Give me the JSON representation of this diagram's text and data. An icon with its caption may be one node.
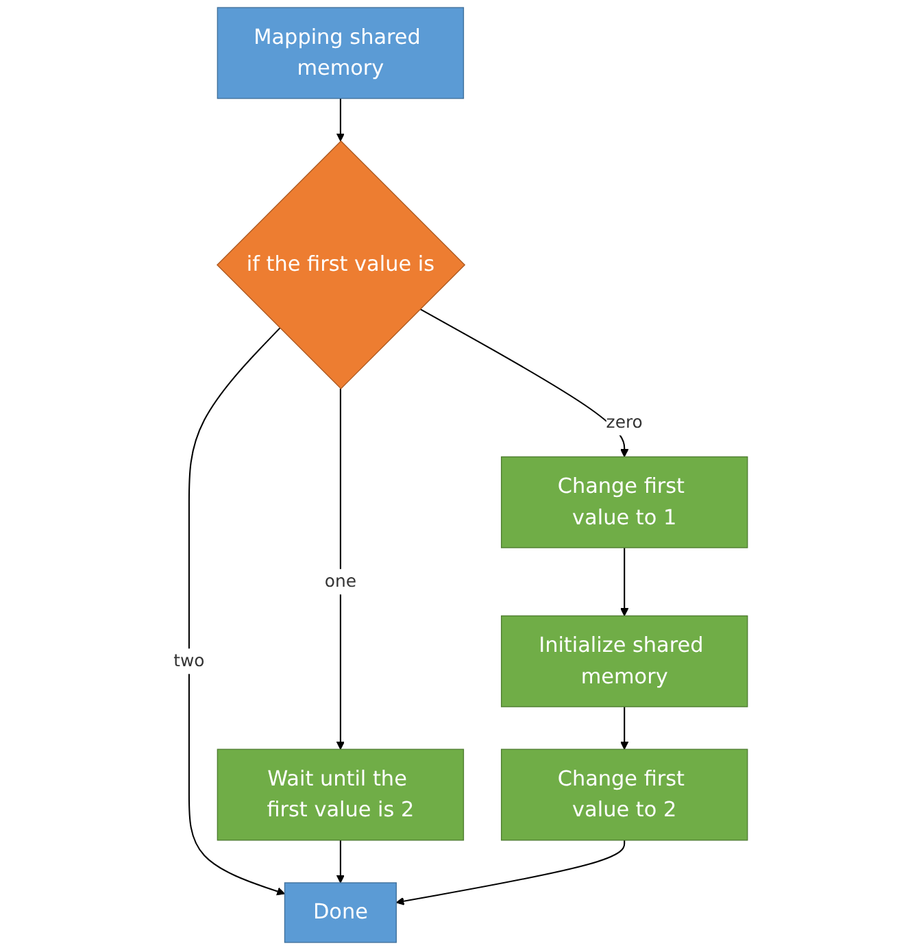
{
  "diagram": {
    "nodes": [
      {
        "text": [
          "Mapping shared memory"
        ]
      },
      {
        "text": [
          "if the first value is"
        ]
      },
      {
        "text": [
          "Change first value to 1"
        ]
      },
      {
        "text": [
          "Wait until the first value is 2"
        ]
      },
      {
        "text": [
          "Initialize shared memory"
        ]
      },
      {
        "text": [
          "Change first value to 2"
        ]
      },
      {
        "text": [
          "Done"
        ]
      }
    ],
    "edges": [
      {
        "from": 0,
        "to": 1,
        "arrow": "to"
      },
      {
        "from": 1,
        "to": 2,
        "label": "zero",
        "arrow": "to"
      },
      {
        "from": 1,
        "to": 3,
        "label": "one",
        "arrow": "to"
      },
      {
        "from": 1,
        "to": 6,
        "label": "two",
        "arrow": "to"
      },
      {
        "from": 2,
        "to": 4,
        "arrow": "to"
      },
      {
        "from": 4,
        "to": 5,
        "arrow": "to"
      },
      {
        "from": 3,
        "to": 6,
        "arrow": "to"
      },
      {
        "from": 5,
        "to": 6,
        "arrow": "to"
      }
    ]
  }
}
